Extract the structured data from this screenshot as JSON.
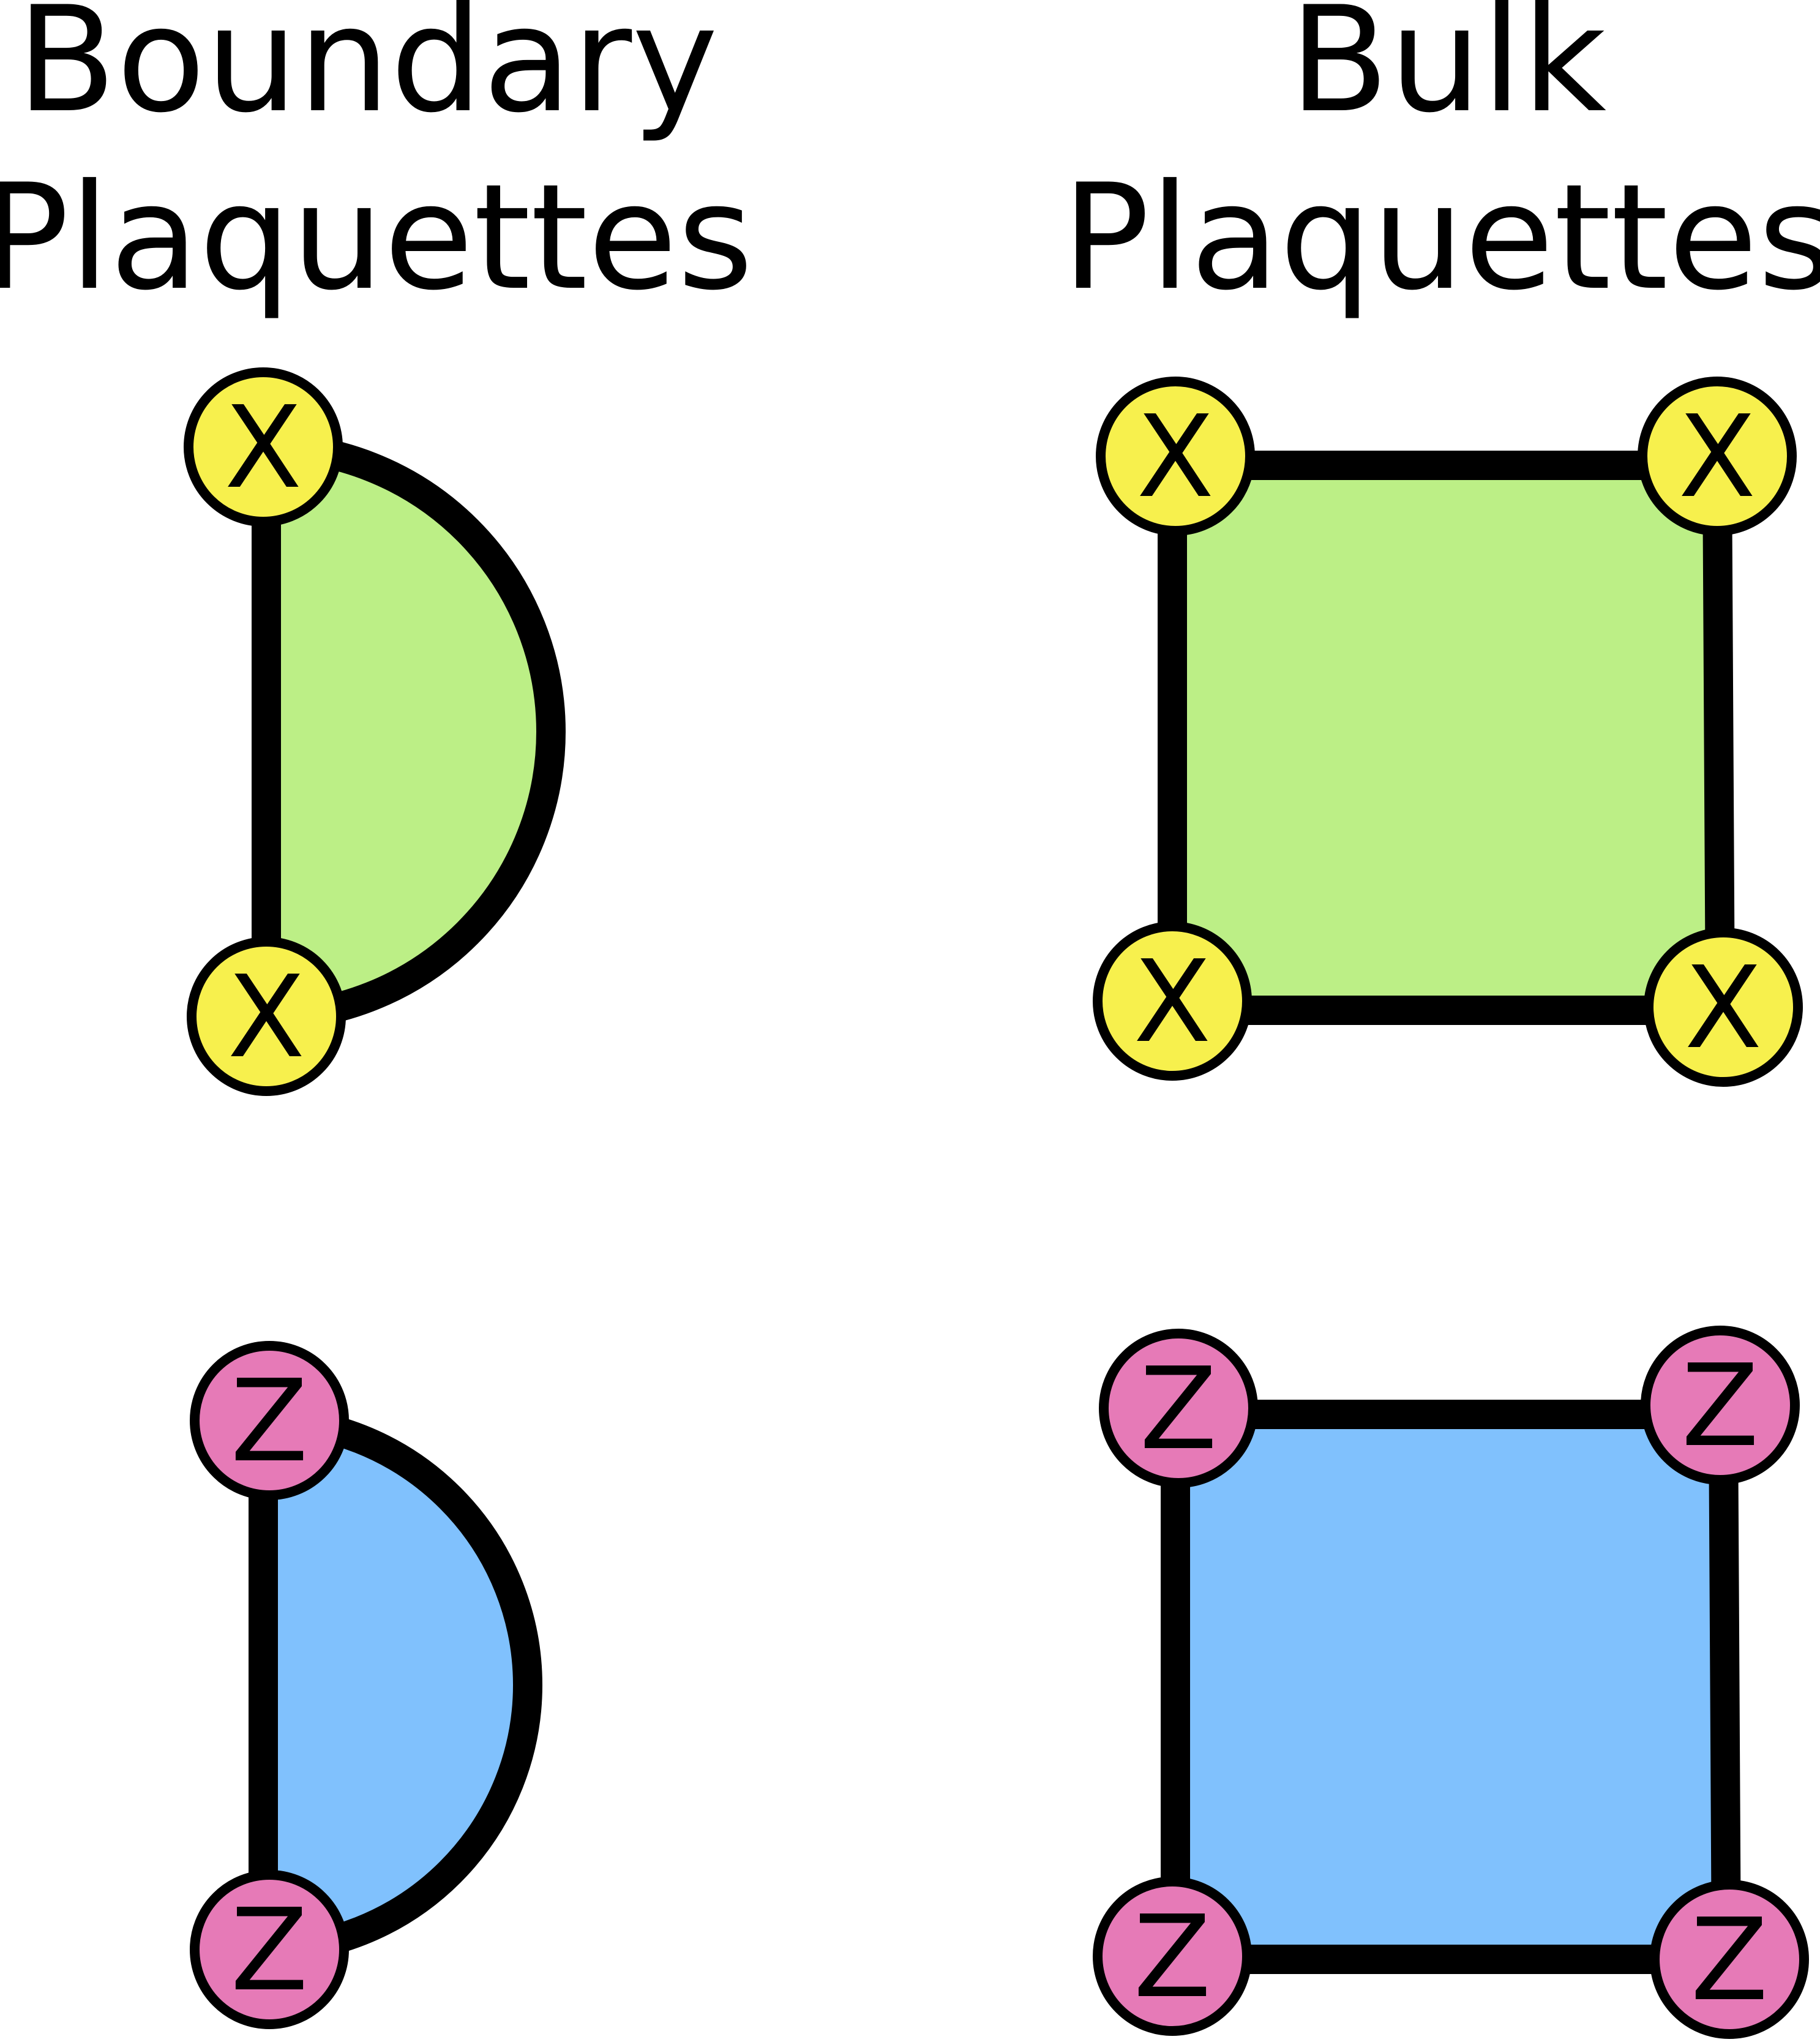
{
  "headings": {
    "boundary": {
      "line1": "Boundary",
      "line2": "Plaquettes"
    },
    "bulk": {
      "line1": "Bulk",
      "line2": "Plaquettes"
    }
  },
  "qubit_labels": {
    "x": "X",
    "z": "Z"
  },
  "colors": {
    "x_fill": "#bcef86",
    "x_qubit": "#f7f04d",
    "z_fill": "#80c1fd",
    "z_qubit": "#e67ab7",
    "edge": "#000000"
  }
}
